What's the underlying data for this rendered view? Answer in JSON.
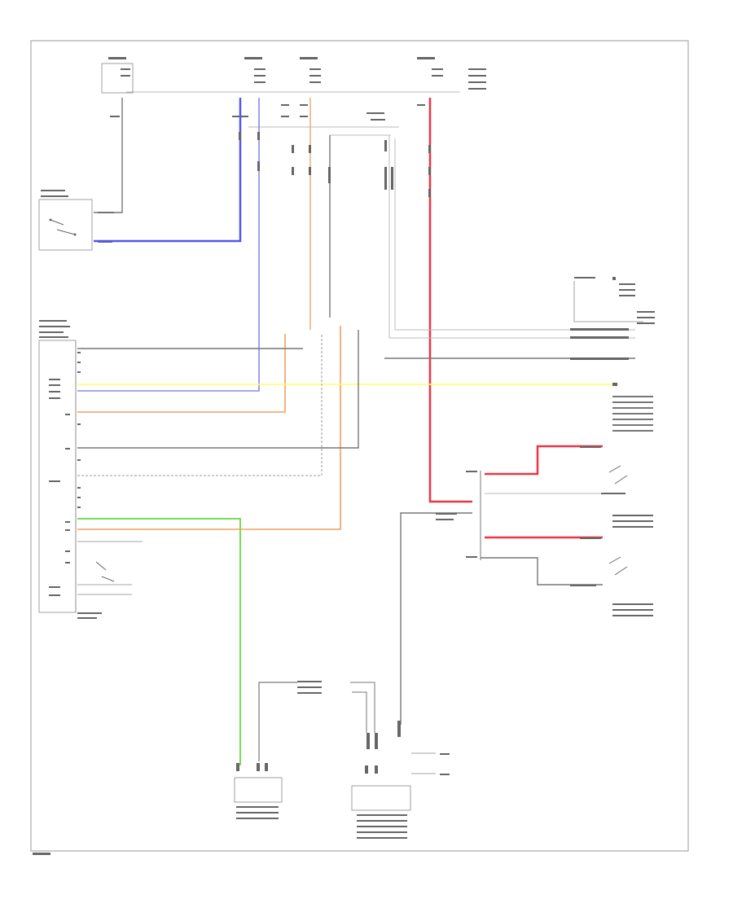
{
  "diagram": {
    "title": "",
    "footer_label": "",
    "colors": {
      "blue": "#5555ee",
      "orange": "#f0a060",
      "red": "#ee3344",
      "yellow": "#ffff66",
      "green": "#77dd55",
      "gray": "#777777",
      "black": "#333333"
    },
    "components": [
      {
        "id": "top-fuse-1",
        "label": ""
      },
      {
        "id": "top-fuse-2",
        "label": ""
      },
      {
        "id": "top-fuse-3",
        "label": ""
      },
      {
        "id": "top-fuse-4",
        "label": ""
      },
      {
        "id": "door-lock-switch",
        "label": ""
      },
      {
        "id": "main-body-ecu",
        "label": ""
      },
      {
        "id": "right-connector",
        "label": ""
      },
      {
        "id": "relay-module",
        "label": ""
      },
      {
        "id": "bottom-connector-left",
        "label": ""
      },
      {
        "id": "bottom-connector-right",
        "label": ""
      }
    ]
  }
}
